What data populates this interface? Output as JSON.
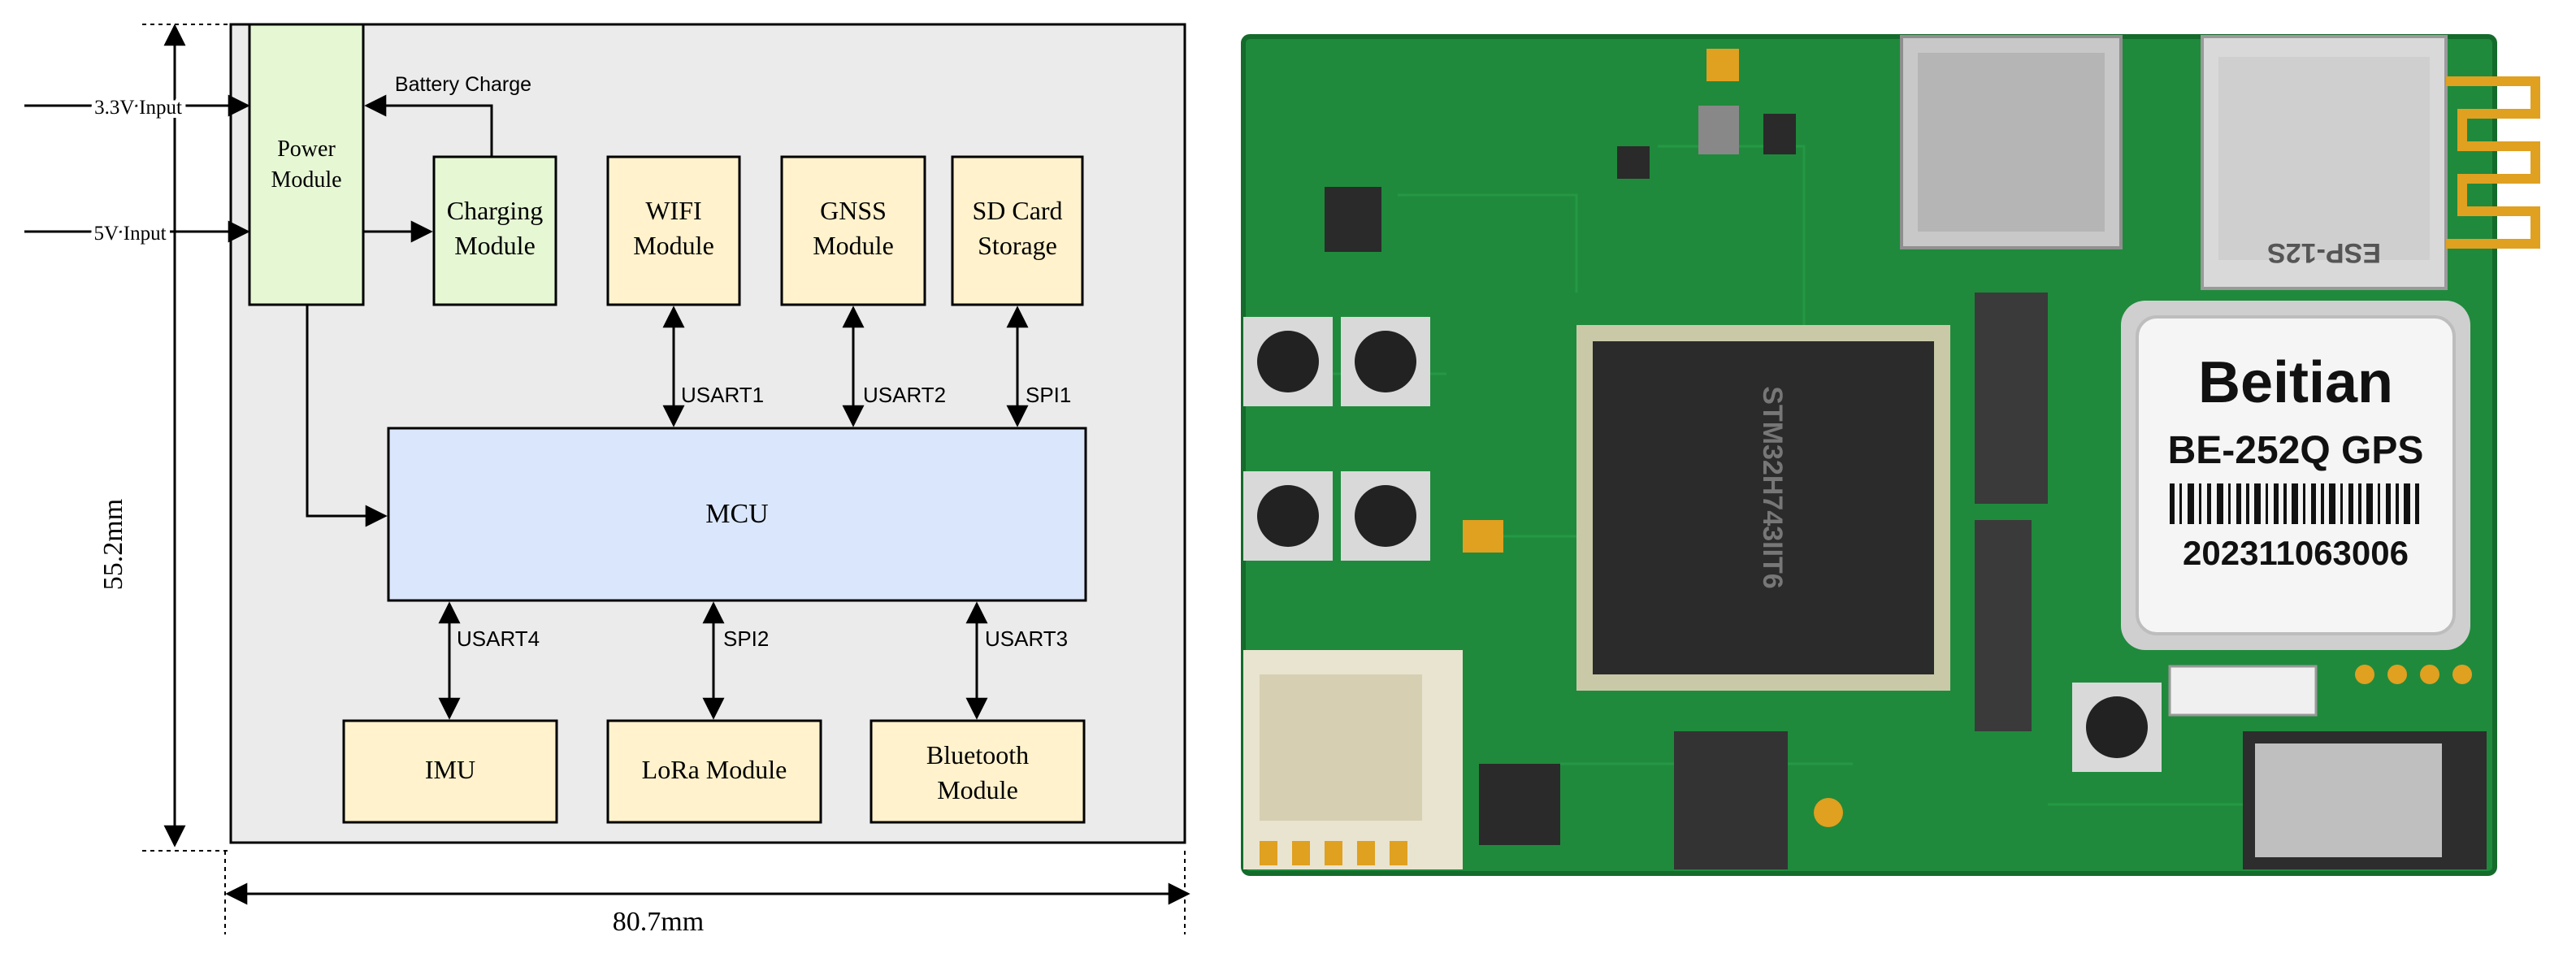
{
  "diagram": {
    "inputs": {
      "v33": "3.3V Input",
      "v5": "5V Input"
    },
    "power_module": "Power\nModule",
    "battery_charge": "Battery Charge",
    "charging_module": "Charging\nModule",
    "wifi_module": "WIFI\nModule",
    "gnss_module": "GNSS\nModule",
    "sd_card": "SD Card\nStorage",
    "mcu": "MCU",
    "imu": "IMU",
    "lora_module": "LoRa Module",
    "bluetooth_module": "Bluetooth\nModule",
    "buses": {
      "usart1": "USART1",
      "usart2": "USART2",
      "spi1": "SPI1",
      "usart4": "USART4",
      "spi2": "SPI2",
      "usart3": "USART3"
    },
    "dimensions": {
      "height": "55.2mm",
      "width": "80.7mm"
    },
    "colors": {
      "board_bg": "#ebebeb",
      "power_fill": "#e6f7d4",
      "module_fill": "#fff2cc",
      "mcu_fill": "#dae6fb"
    }
  },
  "photo": {
    "gps_brand": "Beitian",
    "gps_model": "BE-252Q GPS",
    "gps_serial": "202311063006",
    "wifi_module_label": "ESP-12S",
    "chip_label": "STM32H743IIT6",
    "colors": {
      "pcb": "#1f8a3c",
      "pcb_dark": "#146b2b"
    }
  }
}
